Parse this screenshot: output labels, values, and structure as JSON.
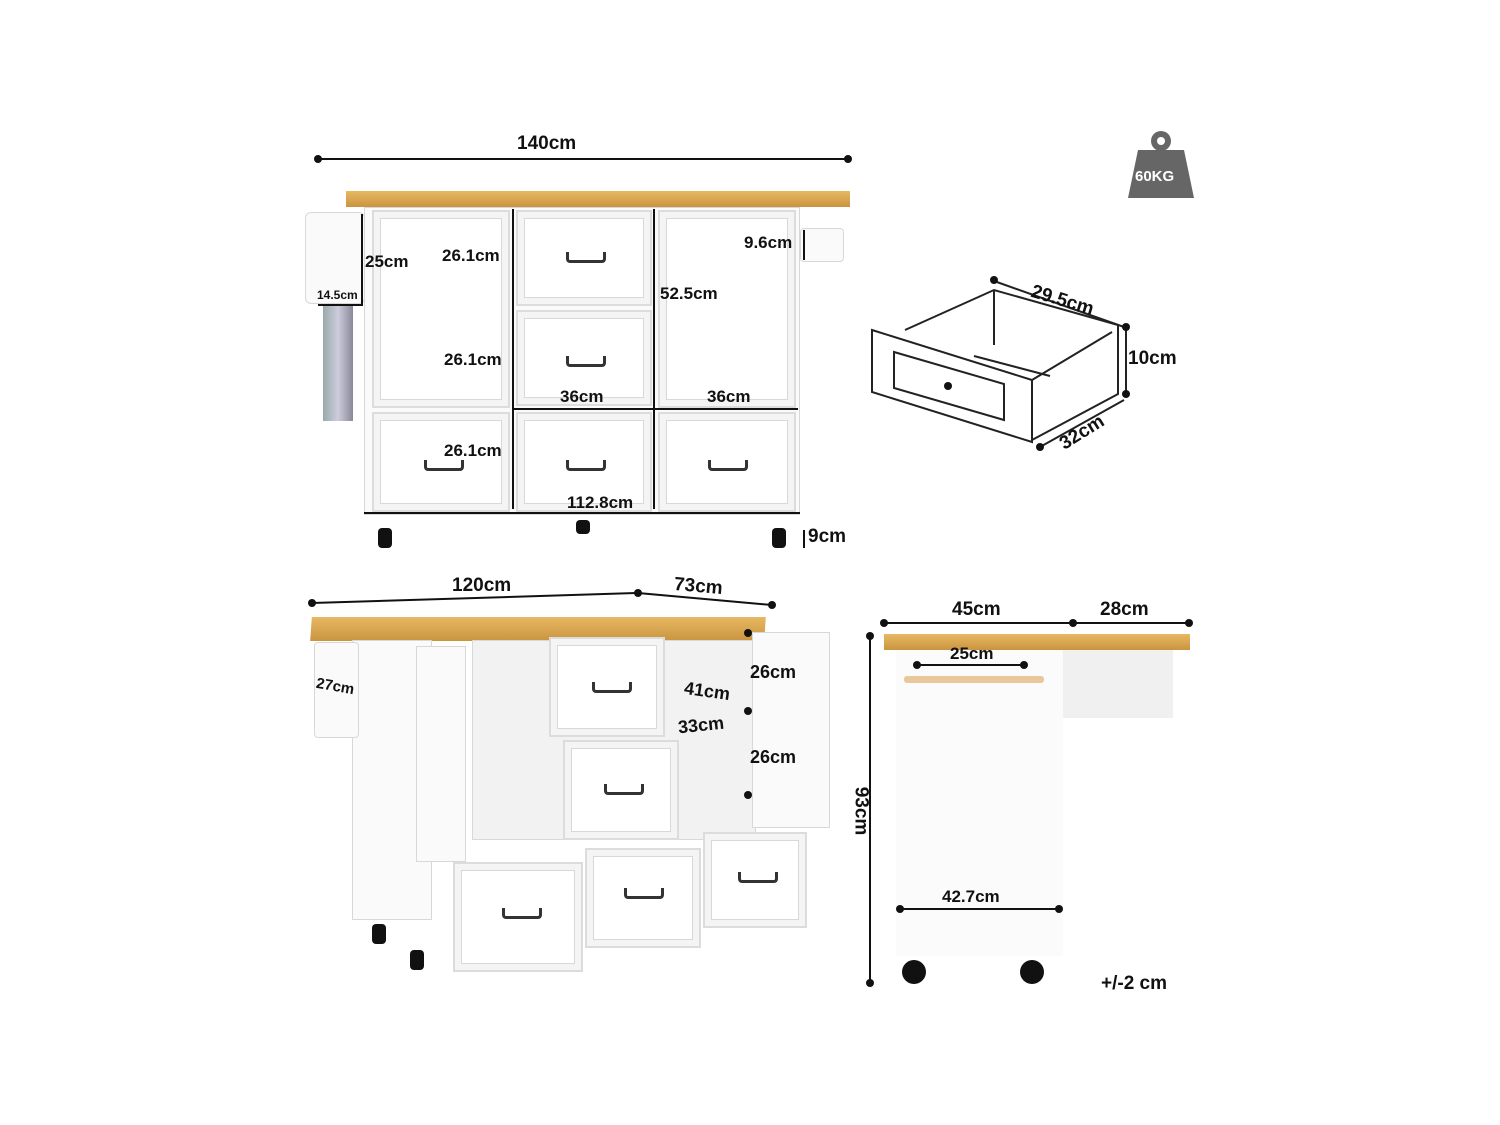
{
  "badge": {
    "weight_label": "60KG",
    "color": "#666666"
  },
  "front_view": {
    "overall_width": "140cm",
    "side_panel_height": "25cm",
    "side_panel_width": "14.5cm",
    "door_upper_height": "26.1cm",
    "door_lower_height": "26.1cm",
    "bottom_drawer_height": "26.1cm",
    "right_hook_height": "9.6cm",
    "door_height": "52.5cm",
    "middle_width": "36cm",
    "right_width": "36cm",
    "body_width": "112.8cm",
    "wheel_height": "9cm"
  },
  "drawer_view": {
    "width": "29.5cm",
    "height": "10cm",
    "depth": "32cm"
  },
  "angled_view": {
    "length": "120cm",
    "depth": "73cm",
    "rack_width": "27cm",
    "shelf_upper_height": "26cm",
    "shelf_lower_height": "26cm",
    "shelf_depth_a": "41cm",
    "shelf_depth_b": "33cm"
  },
  "side_view": {
    "top_depth": "45cm",
    "leaf_depth": "28cm",
    "towel_bar": "25cm",
    "height": "93cm",
    "base_depth": "42.7cm"
  },
  "tolerance": "+/-2 cm"
}
